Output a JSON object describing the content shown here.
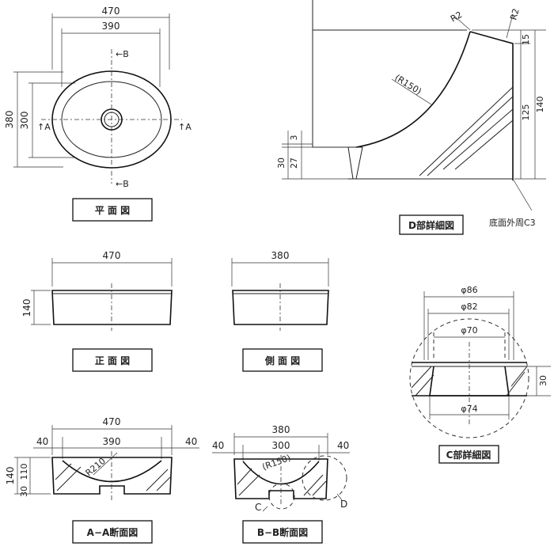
{
  "views": {
    "plan": {
      "title": "平 面 図",
      "width": "470",
      "inner_width": "390",
      "depth": "380",
      "inner_depth": "300",
      "section_b": "←B",
      "section_a": "↑A"
    },
    "front": {
      "title": "正 面 図",
      "width": "470",
      "height": "140"
    },
    "side": {
      "title": "側 面 図",
      "width": "380"
    },
    "section_aa": {
      "title": "A−A断面図",
      "width": "470",
      "inner_width": "390",
      "margin": "40",
      "radius": "R210",
      "height": "140",
      "h110": "110",
      "h30": "30"
    },
    "section_bb": {
      "title": "B−B断面図",
      "width": "380",
      "inner_width": "300",
      "margin": "40",
      "radius": "(R150)",
      "detail_c": "C",
      "detail_d": "D"
    },
    "detail_d": {
      "title": "D部詳細図",
      "r2": "R2",
      "radius": "(R150)",
      "h15": "15",
      "h125": "125",
      "h140": "140",
      "h3": "3",
      "h27": "27",
      "h30": "30",
      "note": "底面外周C3"
    },
    "detail_c": {
      "title": "C部詳細図",
      "d86": "φ86",
      "d82": "φ82",
      "d70": "φ70",
      "d74": "φ74",
      "h30": "30"
    }
  }
}
